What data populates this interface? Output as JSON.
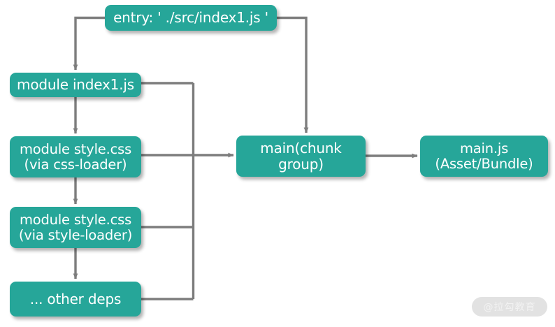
{
  "diagram": {
    "title": "webpack entry to bundle dependency graph",
    "colors": {
      "node_fill": "#26a699",
      "node_text": "#ffffff",
      "connector": "#7d7d7d",
      "background": "#ffffff",
      "watermark_pill": "#e2e2e2"
    },
    "nodes": [
      {
        "id": "entry",
        "label": "entry: ' ./src/index1.js '"
      },
      {
        "id": "index",
        "label": "module index1.js"
      },
      {
        "id": "cssloader",
        "label": "module style.css\n(via css-loader)"
      },
      {
        "id": "styleloader",
        "label": "module style.css\n(via style-loader)"
      },
      {
        "id": "otherdeps",
        "label": "... other deps"
      },
      {
        "id": "chunkgroup",
        "label": "main(chunk group)"
      },
      {
        "id": "bundle",
        "label": "main.js\n(Asset/Bundle)"
      }
    ],
    "edges": [
      {
        "from": "entry",
        "to": "index",
        "style": "elbow-left-down",
        "arrow": true
      },
      {
        "from": "entry",
        "to": "chunkgroup",
        "style": "elbow-right-down",
        "arrow": true
      },
      {
        "from": "index",
        "to": "cssloader",
        "style": "straight-down",
        "arrow": true
      },
      {
        "from": "cssloader",
        "to": "styleloader",
        "style": "straight-down",
        "arrow": true
      },
      {
        "from": "styleloader",
        "to": "otherdeps",
        "style": "straight-down",
        "arrow": true
      },
      {
        "from": "index",
        "to": "chunkgroup",
        "style": "bus-right",
        "arrow": true
      },
      {
        "from": "cssloader",
        "to": "chunkgroup",
        "style": "bus-right",
        "arrow": true
      },
      {
        "from": "styleloader",
        "to": "chunkgroup",
        "style": "bus-right",
        "arrow": true
      },
      {
        "from": "otherdeps",
        "to": "chunkgroup",
        "style": "bus-right",
        "arrow": true
      },
      {
        "from": "chunkgroup",
        "to": "bundle",
        "style": "straight-right",
        "arrow": true
      }
    ]
  },
  "watermark": {
    "label": "@拉勾教育"
  }
}
